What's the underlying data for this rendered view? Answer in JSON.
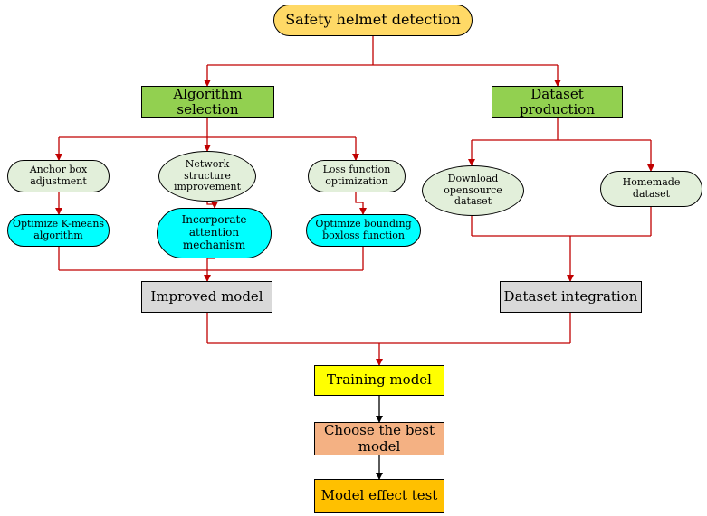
{
  "nodes": {
    "root": "Safety helmet detection",
    "algorithm_selection": "Algorithm selection",
    "dataset_production": "Dataset production",
    "anchor_box": "Anchor box adjustment",
    "network_structure": "Network structure improvement",
    "loss_function": "Loss function optimization",
    "kmeans": "Optimize K-means algorithm",
    "attention": "Incorporate attention mechanism",
    "bounding_box": "Optimize bounding boxloss function",
    "download_dataset": "Download opensource dataset",
    "homemade_dataset": "Homemade dataset",
    "improved_model": "Improved model",
    "dataset_integration": "Dataset integration",
    "training_model": "Training model",
    "choose_best": "Choose the best model",
    "effect_test": "Model effect test"
  },
  "colors": {
    "connector_red": "#c00000",
    "connector_black": "#000000"
  }
}
